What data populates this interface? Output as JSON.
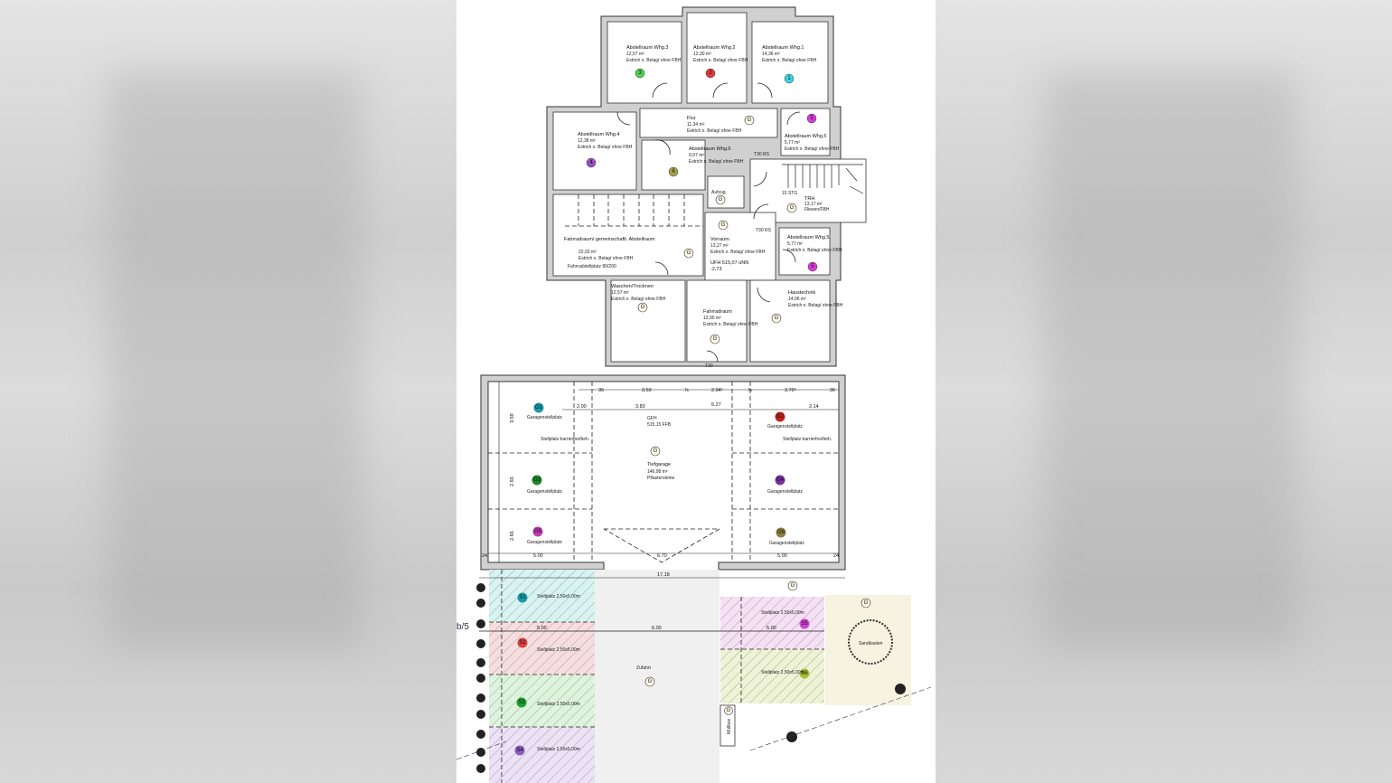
{
  "rooms": {
    "wh3": {
      "label": "Abstellraum  Whg.3",
      "area": "12,57 m²",
      "note": "Estrich o. Belag/ ohne FBH",
      "marker": "3",
      "color": "#4fd34f"
    },
    "wh2": {
      "label": "Abstellraum  Whg.2",
      "area": "12,30 m²",
      "note": "Estrich o. Belag/ ohne FBH",
      "marker": "2",
      "color": "#e23a3a"
    },
    "wh1": {
      "label": "Abstellraum  Whg.1",
      "area": "14,36 m²",
      "note": "Estrich o. Belag/ ohne FBH",
      "marker": "1",
      "color": "#3ad7e0"
    },
    "flur": {
      "label": "Flur",
      "area": "11,34 m²",
      "note": "Estrich o. Belag/ ohne FBH",
      "marker": "G"
    },
    "wh4": {
      "label": "Abstellraum  Whg.4",
      "area": "12,38 m²",
      "note": "Estrich o. Belag/ ohne FBH",
      "marker": "4",
      "color": "#9b4fc4"
    },
    "wh6": {
      "label": "Abstellraum  Whg.6",
      "area": "9,97 m²",
      "note": "Estrich o. Belag/ ohne FBH",
      "marker": "6",
      "color": "#a6a34a"
    },
    "wh5a": {
      "label": "Abstellraum  Whg.5",
      "area": "5,77 m²",
      "note": "Estrich o. Belag/ ohne FBH",
      "marker": "5",
      "color": "#d93ad9"
    },
    "wh5b": {
      "label": "Abstellraum Whg.5",
      "area": "5,77 m²",
      "note": "Estrich o. Belag/ ohne FBH",
      "marker": "5",
      "color": "#d93ad9"
    },
    "trh": {
      "label": "TRH",
      "area": "13,17 m²",
      "note": "Fliesen/FBH",
      "level": "15 STG",
      "marker": "G"
    },
    "aufzug": {
      "label": "Aufzug",
      "marker": "G"
    },
    "fahrrad1": {
      "label": "Fahrradraum/ gemeinschaftl. Abstellraum",
      "area": "22,02 m²",
      "note": "Estrich o. Belag/ ohne FBH",
      "extra": "Fahrradstellplatz 80/200",
      "marker": "G"
    },
    "vorraum": {
      "label": "Vorraum",
      "area": "13,27 m²",
      "note": "Estrich o. Belag/ ohne FBH",
      "level": "UFH 515,07 üNN",
      "level2": "-2,73",
      "marker": "G"
    },
    "waschen": {
      "label": "Waschen/Trocknen",
      "area": "12,57 m²",
      "note": "Estrich o. Belag/ ohne FBH",
      "marker": "G"
    },
    "fahrrad2": {
      "label": "Fahrradraum",
      "area": "12,90 m²",
      "note": "Estrich o. Belag/ ohne FBH",
      "marker": "G"
    },
    "haustechnik": {
      "label": "Haustechnik",
      "area": "14,06 m²",
      "note": "Estrich o. Belag/ ohne FBH",
      "marker": "G"
    }
  },
  "door_labels": [
    "T30 RS",
    "T30 RS",
    "T30"
  ],
  "garage": {
    "label": "Tiefgarage",
    "area": "146,98 m²",
    "note": "Pflastersteine",
    "level": "GFH",
    "level2": "515,15 FFB",
    "marker": "G",
    "stall_label": "Garagenstellplatz",
    "barrier_free": "Stellplatz barrierfrei/beh.",
    "spots": [
      {
        "id": "G1",
        "color": "#1a9aa8"
      },
      {
        "id": "G2",
        "color": "#c42020"
      },
      {
        "id": "G3",
        "color": "#1c8a2a"
      },
      {
        "id": "G4",
        "color": "#7a2fa0"
      },
      {
        "id": "G5",
        "color": "#c03ab0"
      },
      {
        "id": "G6",
        "color": "#8a8040"
      }
    ],
    "dims": {
      "top": [
        "36",
        "3.59",
        "⅞",
        "2.94⁵",
        "⅞",
        "3.70⁵",
        "36"
      ],
      "second": [
        "2.00",
        "3.83",
        "5.27",
        "2.14"
      ],
      "left": [
        "3.59",
        "2.65",
        "2.65"
      ],
      "bottom": [
        "24",
        "5.00",
        "6.70",
        "5.00",
        "24"
      ],
      "total": "17.18"
    }
  },
  "outdoor": {
    "driveway": "Zufahrt",
    "stall_size": "Stellplatz 2,50x5,00m",
    "spots": [
      {
        "id": "S1",
        "color": "#1a9aa8",
        "fill": "#d9f3f3"
      },
      {
        "id": "S2",
        "color": "#d94040",
        "fill": "#f7dede"
      },
      {
        "id": "S3",
        "color": "#1fa030",
        "fill": "#def3dc"
      },
      {
        "id": "S4",
        "color": "#8a5ac0",
        "fill": "#ebe2f5"
      },
      {
        "id": "S5",
        "color": "#d040d0",
        "fill": "#f5e0f5"
      },
      {
        "id": "S6",
        "color": "#a8c030",
        "fill": "#eef3d6"
      }
    ],
    "dims": [
      "5.00",
      "6.00",
      "5.00"
    ],
    "playground": "Sandkasten",
    "side_label": "b/5",
    "bin": "Müllbox"
  }
}
